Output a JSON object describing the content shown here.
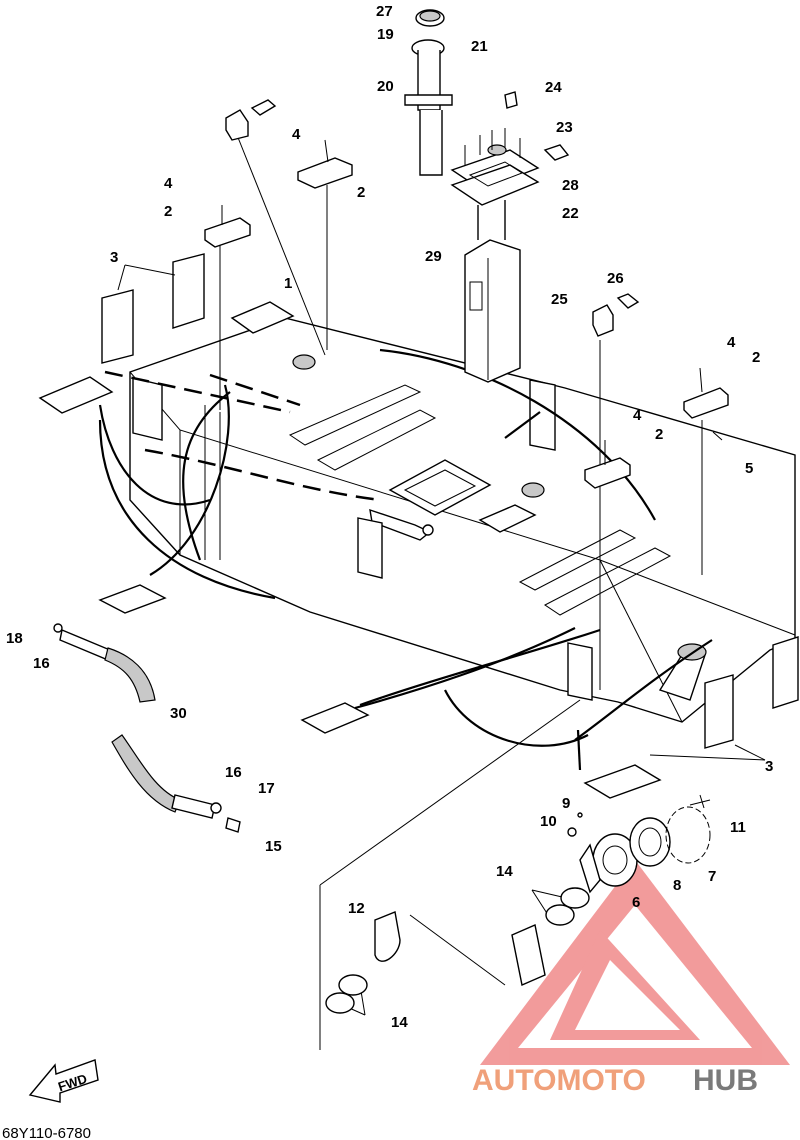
{
  "diagram": {
    "callouts": {
      "c1": "1",
      "c2a": "2",
      "c2b": "2",
      "c2c": "2",
      "c2d": "2",
      "c3a": "3",
      "c3b": "3",
      "c4a": "4",
      "c4b": "4",
      "c4c": "4",
      "c4d": "4",
      "c5": "5",
      "c6": "6",
      "c7": "7",
      "c8": "8",
      "c9": "9",
      "c10": "10",
      "c11": "11",
      "c12": "12",
      "c14a": "14",
      "c14b": "14",
      "c15": "15",
      "c16a": "16",
      "c16b": "16",
      "c17": "17",
      "c18": "18",
      "c19": "19",
      "c20": "20",
      "c21": "21",
      "c22": "22",
      "c23": "23",
      "c24": "24",
      "c25": "25",
      "c26": "26",
      "c27": "27",
      "c28": "28",
      "c29": "29",
      "c30": "30"
    },
    "fwd_label": "FWD",
    "drawing_code": "68Y110-6780"
  },
  "watermark": {
    "brand_part1": "AUTOMOTO",
    "brand_part2": "HUB",
    "color_accent": "#f0a07a",
    "color_dark": "#7a7a7a",
    "logo_color": "#e84a4a"
  }
}
